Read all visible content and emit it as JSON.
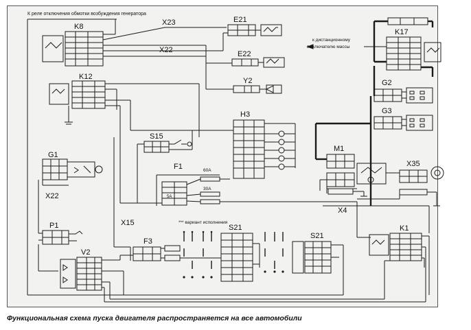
{
  "caption": "Функциональная схема пуска двигателя распространяется на все автомобили",
  "notes": {
    "top_left": "К реле отключения обмотки возбуждения генератора",
    "top_right_1": "к дистанционному",
    "top_right_2": "выключателю массы",
    "variant": "*** вариант исполнения"
  },
  "components": {
    "K8": "K8",
    "K12": "K12",
    "E21": "E21",
    "E22": "E22",
    "Y2": "Y2",
    "H3": "H3",
    "S15": "S15",
    "F1": "F1",
    "G1": "G1",
    "P1": "P1",
    "V2": "V2",
    "F3": "F3",
    "S21": "S21",
    "S21b": "S21",
    "K17": "K17",
    "G2": "G2",
    "G3": "G3",
    "M1": "M1",
    "X35": "X35",
    "K1": "K1"
  },
  "connectors": {
    "X23": "X23",
    "X22a": "X22",
    "X22b": "X22",
    "X15": "X15",
    "X4": "X4"
  },
  "fuses": {
    "f60": "60A",
    "f30": "30A",
    "f5": "5A"
  },
  "colors": {
    "line": "#1a1a1a",
    "background": "#f2f2f0",
    "page": "#ffffff"
  }
}
